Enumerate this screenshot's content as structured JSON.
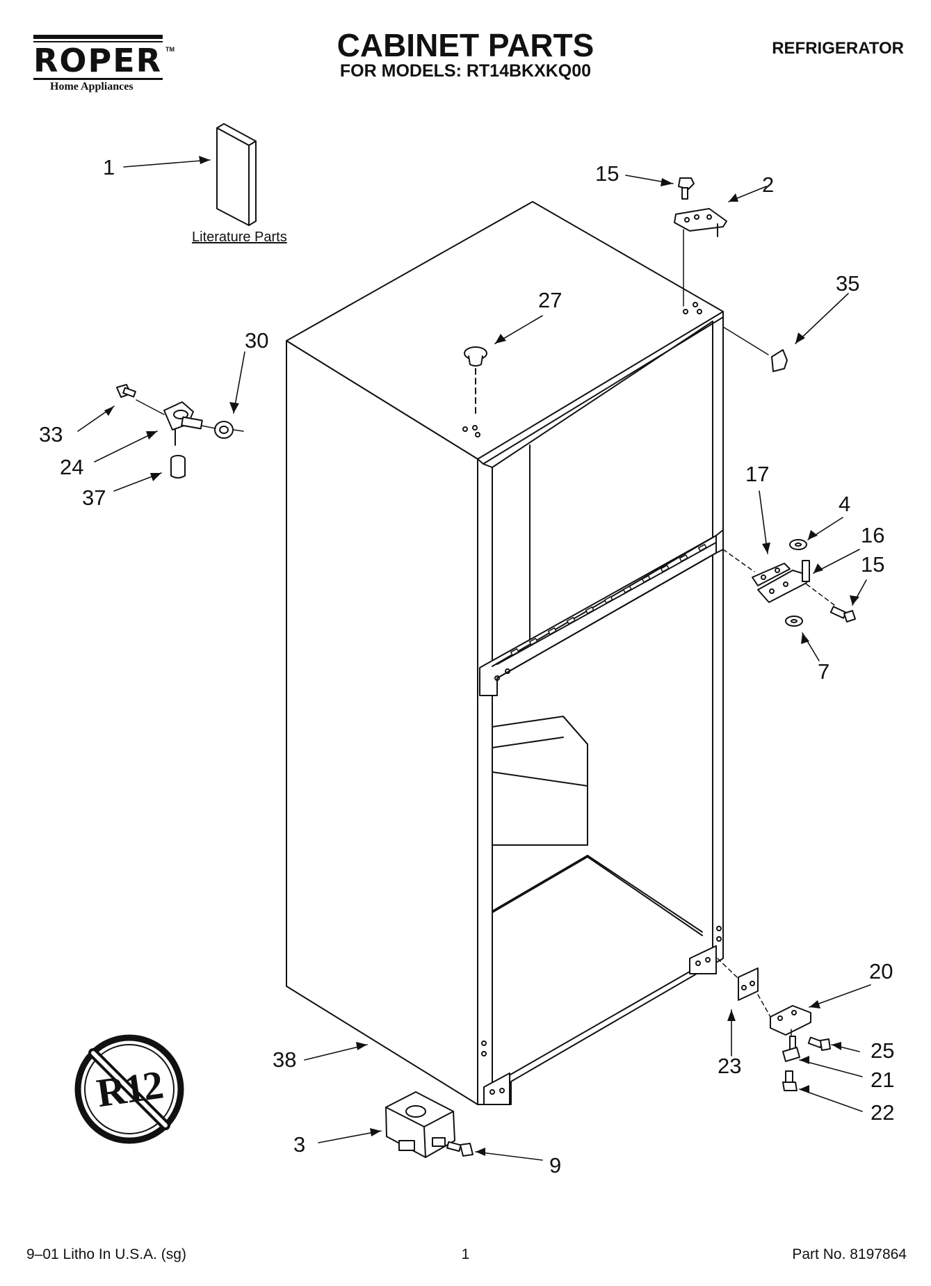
{
  "brand": {
    "name": "ROPER",
    "trademark": "TM",
    "tagline": "Home Appliances"
  },
  "header": {
    "title": "CABINET PARTS",
    "subtitle": "FOR MODELS: RT14BKXKQ00",
    "appliance": "REFRIGERATOR"
  },
  "diagram": {
    "literature_label": "Literature Parts",
    "r12_symbol_text": "R12",
    "callouts": {
      "c1": "1",
      "c2": "2",
      "c3": "3",
      "c4": "4",
      "c7": "7",
      "c9": "9",
      "c15a": "15",
      "c15b": "15",
      "c16": "16",
      "c17": "17",
      "c20": "20",
      "c21": "21",
      "c22": "22",
      "c23": "23",
      "c24": "24",
      "c25": "25",
      "c27": "27",
      "c30": "30",
      "c33": "33",
      "c35": "35",
      "c37": "37",
      "c38": "38"
    }
  },
  "footer": {
    "print_info": "9–01 Litho In U.S.A. (sg)",
    "page_number": "1",
    "part_number": "Part No. 8197864"
  },
  "colors": {
    "ink": "#111111",
    "paper": "#ffffff"
  }
}
